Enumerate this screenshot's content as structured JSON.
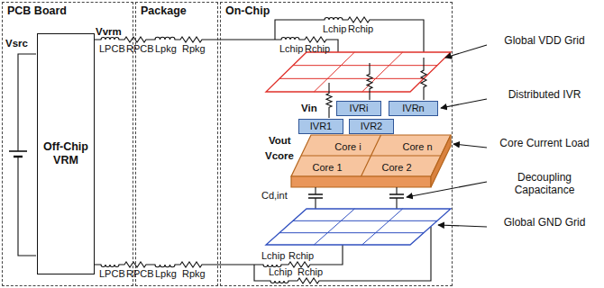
{
  "diagram": {
    "nodes": [
      {
        "text": [
          "PCB Board"
        ]
      },
      {
        "text": [
          "Off-Chip VRM"
        ],
        "in": 0
      },
      {
        "text": [
          "Package"
        ]
      },
      {
        "text": [
          "On-Chip"
        ]
      },
      {
        "text": [
          "IVRi"
        ],
        "in": 3
      },
      {
        "text": [
          "IVRn"
        ],
        "in": 3
      },
      {
        "text": [
          "IVR1"
        ],
        "in": 3
      },
      {
        "text": [
          "IVR2"
        ],
        "in": 3
      },
      {
        "text": [
          "Core i"
        ],
        "in": 3
      },
      {
        "text": [
          "Core n"
        ],
        "in": 3
      },
      {
        "text": [
          "Core 1"
        ],
        "in": 3
      },
      {
        "text": [
          "Core 2"
        ],
        "in": 3
      }
    ],
    "labels": [
      "Vsrc",
      "Vvrm",
      "LPCB",
      "RPCB",
      "Lpkg",
      "Rpkg",
      "Lchip",
      "Rchip",
      "Lchip",
      "Rchip",
      "Vin",
      "Vout",
      "Vcore",
      "Cd,int",
      "LPCB",
      "RPCB",
      "Lpkg",
      "Rpkg",
      "Lchip",
      "Rchip",
      "Lchip",
      "Rchip",
      "Global VDD Grid",
      "Distributed IVR",
      "Core Current Load",
      "Decoupling Capacitance",
      "Global GND Grid"
    ]
  }
}
